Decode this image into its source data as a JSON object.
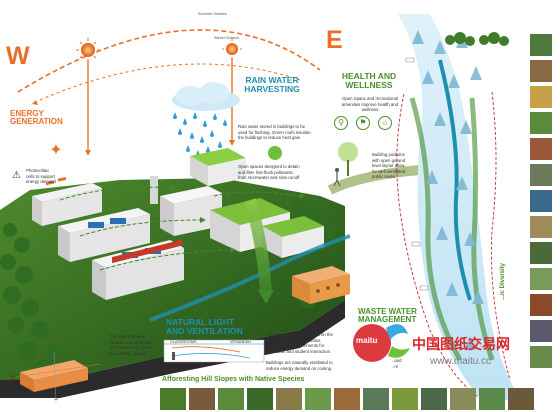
{
  "colors": {
    "orange": "#e8702a",
    "teal": "#1f8fb0",
    "green": "#4a8f2a",
    "sky": "#3aa9e0",
    "red_route": "#c8242b",
    "text": "#333333",
    "watermark_red": "#d9252b",
    "watermark_gray": "#7a7a7a"
  },
  "compass": {
    "west": "W",
    "east": "E",
    "south": "S"
  },
  "sun_path": {
    "summer": "Summer Solstice",
    "winter": "Winter Solstice"
  },
  "energy": {
    "title": "ENERGY\nGENERATION",
    "desc": "Photovoltaic\ncells to support\nenergy demand"
  },
  "rain": {
    "title": "RAIN WATER\nHARVESTING",
    "desc1": "Rain water stored in buildings to be\nused for flushing. Green roofs insulate\nthe buildings to reduce heat gain",
    "desc2": "Open spaces designed to detain\nand filter first-flush pollutants\nfrom stormwater and slow runoff"
  },
  "health": {
    "title": "HEALTH AND\nWELLNESS",
    "desc1": "Open Space and recreational\namenities improve health and\nwellness",
    "desc2": "Building podiums\nwith open ground\nlevel layout allow\nfor well ventilated\npublic realm"
  },
  "natural": {
    "title": "NATURAL LIGHT\nAND VENTILATION",
    "classrooms": "CLASSROOMS",
    "veranda": "VERANDAH",
    "desc1": "Open continuous verandahs on the\nsouth facades provide active\nsemi-outdoor environments for\ncirculation and student interaction.",
    "desc2": "Buildings are naturally ventilated to\nreduce energy demand on cooling."
  },
  "facades": {
    "desc": "The east and west\nfacades are protected\nwith screens for glare\nfree interior spaces."
  },
  "waste": {
    "title": "WASTE WATER\nMANAGEMENT",
    "partial": "..and\n..re"
  },
  "afforesting": {
    "title": "Afforesting Hill Slopes with Native Species"
  },
  "diversity": {
    "label": "...ic Diversity"
  },
  "watermark": {
    "logo": "maitu",
    "cn": "中国图纸交易网",
    "url": "www.maitu.cc"
  }
}
